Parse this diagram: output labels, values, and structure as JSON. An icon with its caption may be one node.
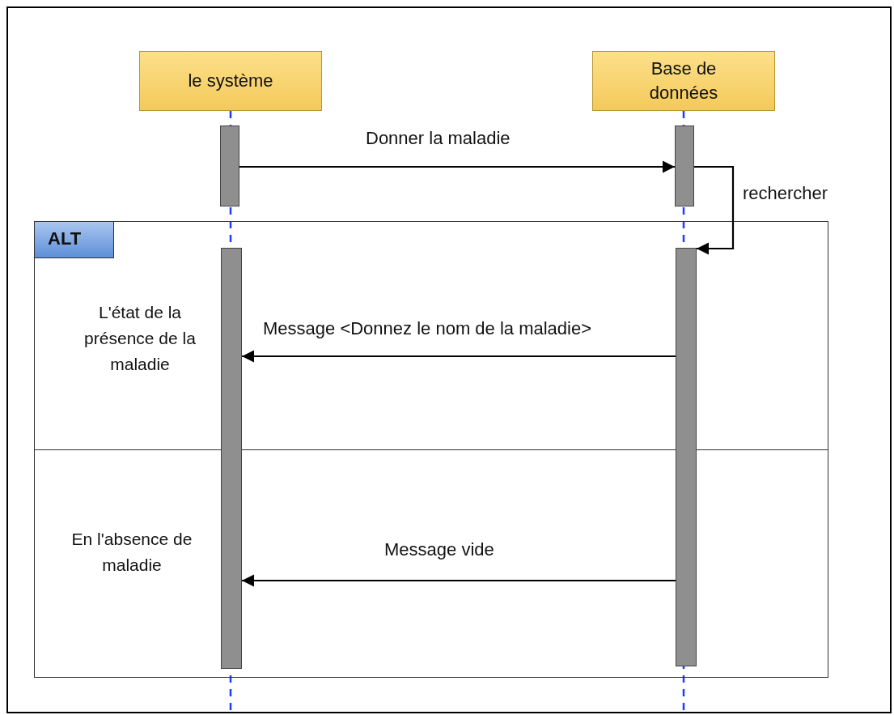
{
  "diagram": {
    "nodes": [
      {
        "text": [
          "le système"
        ]
      },
      {
        "text": [
          "Base de données"
        ]
      },
      {
        "text": [],
        "shape": "bar"
      },
      {
        "text": [],
        "shape": "bar"
      },
      {
        "text": [
          "ALT",
          "L'état de la présence de la maladie",
          "En l'absence de maladie"
        ]
      },
      {
        "text": [],
        "shape": "bar",
        "in": 4
      },
      {
        "text": [],
        "shape": "bar",
        "in": 4
      }
    ],
    "edges": [
      {
        "from": 2,
        "to": 3,
        "arrow": "to",
        "label": "Donner la maladie"
      },
      {
        "from": 3,
        "to": 6,
        "arrow": "to",
        "label": "rechercher"
      },
      {
        "from": 6,
        "to": 5,
        "arrow": "to",
        "label": "Message <Donnez le nom de la maladie>"
      },
      {
        "from": 6,
        "to": 5,
        "arrow": "to",
        "label": "Message vide"
      }
    ]
  }
}
